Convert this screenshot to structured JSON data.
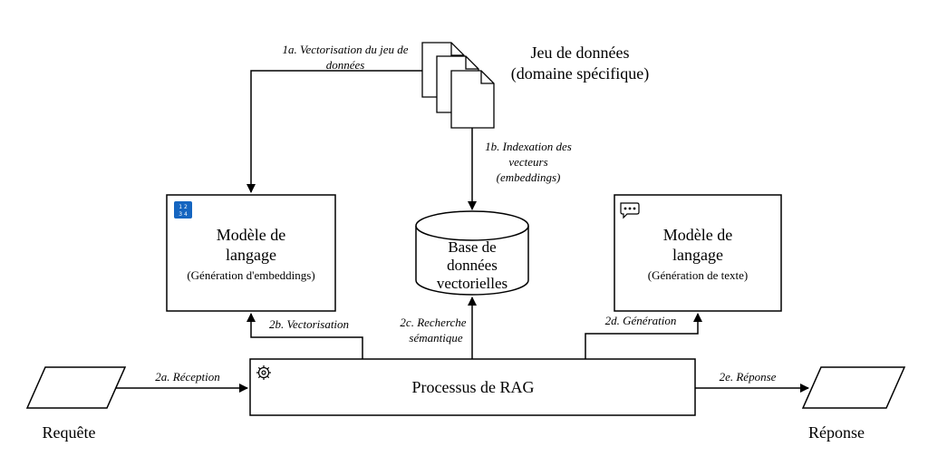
{
  "dataset": {
    "title_line1": "Jeu de données",
    "title_line2": "(domaine spécifique)"
  },
  "embedding_model": {
    "title_line1": "Modèle de",
    "title_line2": "langage",
    "subtitle": "(Génération d'embeddings)",
    "icon_text_line1": "1 2",
    "icon_text_line2": "3 4"
  },
  "vector_db": {
    "line1": "Base de",
    "line2": "données",
    "line3": "vectorielles"
  },
  "text_model": {
    "title_line1": "Modèle de",
    "title_line2": "langage",
    "subtitle": "(Génération de texte)"
  },
  "rag_process": {
    "title": "Processus de RAG"
  },
  "request": {
    "label": "Requête"
  },
  "response": {
    "label": "Réponse"
  },
  "steps": {
    "s1a_line1": "1a. Vectorisation du jeu de",
    "s1a_line2": "données",
    "s1b_line1": "1b. Indexation des",
    "s1b_line2": "vecteurs",
    "s1b_line3": "(embeddings)",
    "s2a": "2a. Réception",
    "s2b": "2b. Vectorisation",
    "s2c_line1": "2c. Recherche",
    "s2c_line2": "sémantique",
    "s2d": "2d. Génération",
    "s2e": "2e. Réponse"
  },
  "colors": {
    "stroke": "#000000",
    "embedding_icon_bg": "#1565C0"
  },
  "icons": {
    "embedding_model": "numbers-grid-icon",
    "text_model": "chat-bubble-icon",
    "rag_process": "gear-icon",
    "dataset": "documents-stack-icon"
  }
}
